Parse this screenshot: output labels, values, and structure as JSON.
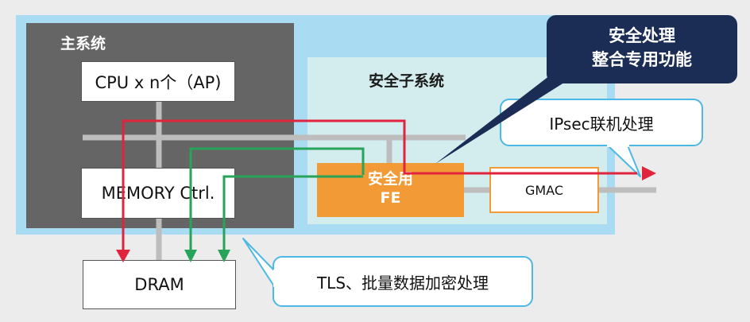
{
  "main_system": {
    "title": "主系统"
  },
  "security_subsystem": {
    "title": "安全子系统"
  },
  "cpu": {
    "label": "CPU x n个（AP)"
  },
  "memory_ctrl": {
    "label": "MEMORY Ctrl."
  },
  "dram": {
    "label": "DRAM"
  },
  "security_fe": {
    "line1": "安全用",
    "line2": "FE"
  },
  "gmac": {
    "label": "GMAC"
  },
  "callout_dark": {
    "line1": "安全处理",
    "line2": "整合专用功能"
  },
  "callout_ipsec": {
    "text": "IPsec联机处理"
  },
  "callout_tls": {
    "text": "TLS、批量数据加密处理"
  },
  "colors": {
    "red_path": "#e0243e",
    "green_path": "#27a35a",
    "bus": "#bdbdbd",
    "fe": "#f29a35",
    "dark_callout": "#1c2d55",
    "callout_border": "#4cb8e3"
  }
}
